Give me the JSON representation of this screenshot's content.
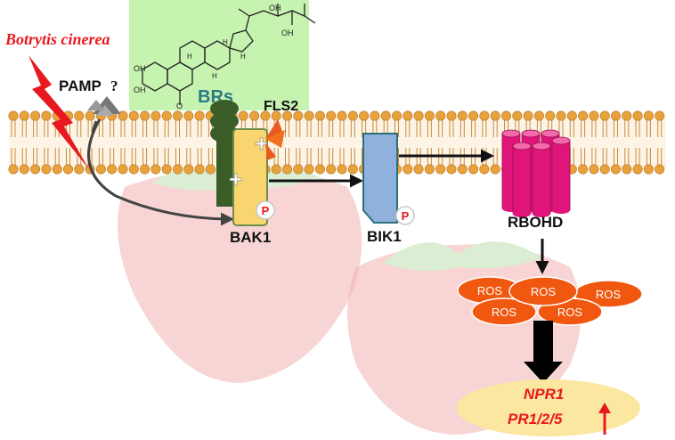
{
  "labels": {
    "pathogen": "Botrytis cinerea",
    "pamp": "PAMP",
    "pamp_question": "?",
    "brs": "BRs",
    "fls2": "FLS2",
    "bak1": "BAK1",
    "bik1": "BIK1",
    "rbohd": "RBOHD",
    "phospho": "P",
    "plus": "+",
    "ros": "ROS",
    "npr1": "NPR1",
    "pr": "PR1/2/5",
    "oh": "OH",
    "h": "H",
    "ketone_o": "O"
  },
  "colors": {
    "pathogen_red": "#e8191e",
    "membrane_head": "#e8a23c",
    "membrane_tail": "#c98a3e",
    "molecule_box": "#c6f3b0",
    "brs_text": "#2b7a86",
    "fls2_receptor": "#3a5d28",
    "bak1_receptor": "#f8d56e",
    "bik1": "#8fb1dc",
    "rbohd": "#e0157a",
    "ros": "#f0570f",
    "output_ellipse": "#fbe7a0",
    "output_text": "#e8191e",
    "strawberry": "#f3b2b2",
    "strawberry_leaf": "#bfe0b0",
    "arrow": "#111111",
    "pamp_arrow": "#444444"
  }
}
